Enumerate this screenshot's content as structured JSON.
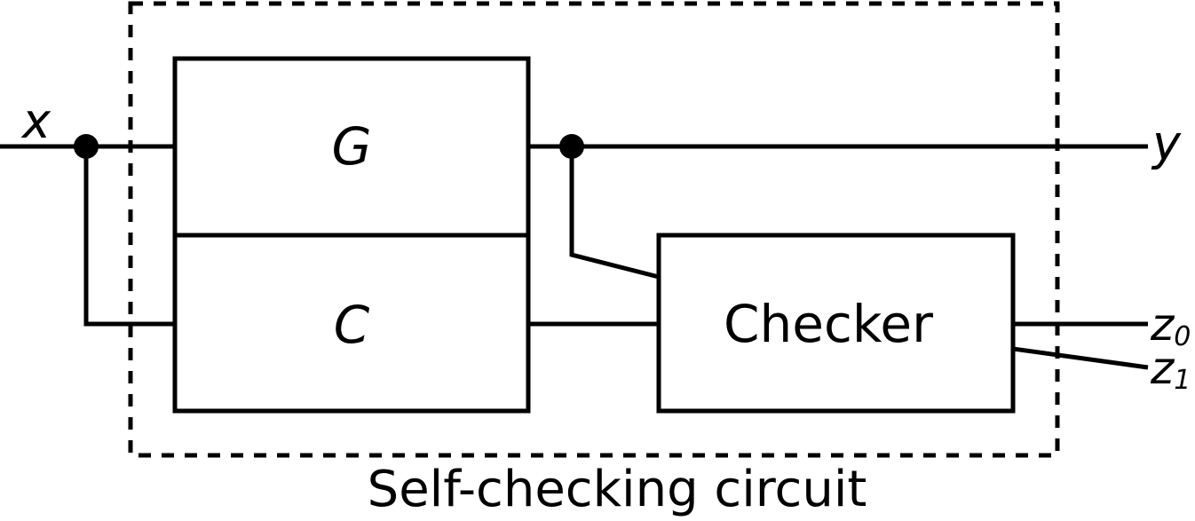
{
  "diagram": {
    "boundary_label": "Self-checking circuit",
    "blocks": {
      "g": "G",
      "c": "C",
      "checker": "Checker"
    },
    "signals": {
      "input": "x",
      "output": "y",
      "z0": {
        "base": "z",
        "sub": "0"
      },
      "z1": {
        "base": "z",
        "sub": "1"
      }
    }
  }
}
